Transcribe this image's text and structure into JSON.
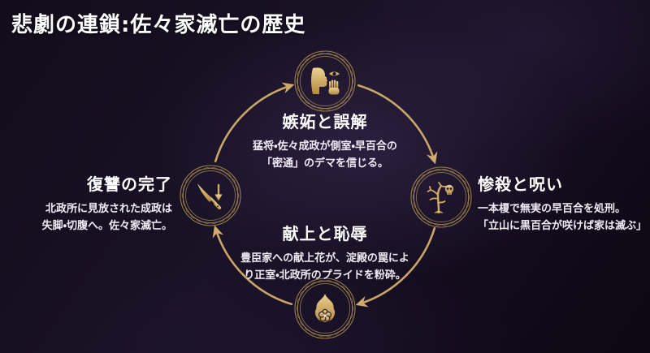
{
  "title": "悲劇の連鎖:佐々家滅亡の歴史",
  "colors": {
    "background_dark": "#120c1b",
    "background_glow": "#2a1e3d",
    "gold_accent": "#c9a566",
    "gold_light": "#ecd193",
    "gold_dark": "#b3893f",
    "text": "#ffffff"
  },
  "cycle": {
    "direction": "clockwise",
    "nodes": [
      {
        "id": "jealousy",
        "position": "top",
        "icon": "whisper-gossip-icon",
        "title": "嫉妬と誤解",
        "lines": [
          "猛将・佐々成政が側室・早百合の",
          "「密通」のデマを信じる。"
        ]
      },
      {
        "id": "massacre",
        "position": "right",
        "icon": "dead-tree-skull-icon",
        "title": "惨殺と呪い",
        "lines": [
          "一本榎で無実の早百合を処刑。",
          "「立山に黒百合が咲けば家は滅ぶ」"
        ]
      },
      {
        "id": "offering",
        "position": "bottom",
        "icon": "burning-flower-icon",
        "title": "献上と恥辱",
        "lines": [
          "豊臣家への献上花が、淀殿の罠によ",
          "り正室・北政所のプライドを粉砕。"
        ]
      },
      {
        "id": "revenge",
        "position": "left",
        "icon": "blade-seppuku-icon",
        "title": "復讐の完了",
        "lines": [
          "北政所に見放された成政は",
          "失脚・切腹へ。佐々家滅亡。"
        ]
      }
    ]
  }
}
